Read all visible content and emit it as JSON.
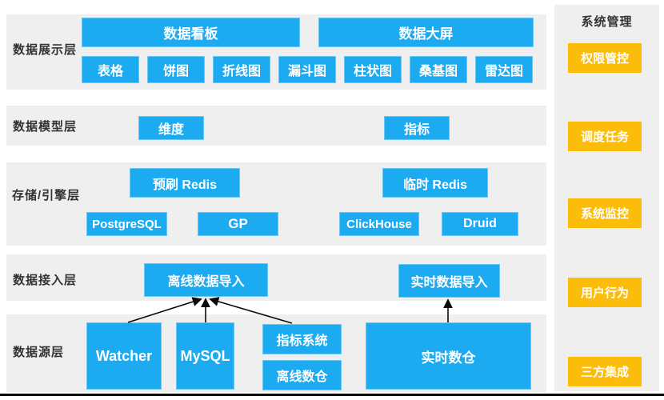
{
  "colors": {
    "node_blue": "#1cabf0",
    "sidebar_orange": "#fcbd0a",
    "layer_bg": "#efefef",
    "text_dark": "#333333",
    "text_light": "#ffffff",
    "arrow": "#0a0a0a"
  },
  "layers": {
    "display": {
      "label": "数据展示层",
      "dashboard": "数据看板",
      "bigscreen": "数据大屏",
      "charts": [
        "表格",
        "饼图",
        "折线图",
        "漏斗图",
        "柱状图",
        "桑基图",
        "雷达图"
      ]
    },
    "model": {
      "label": "数据模型层",
      "dimension": "维度",
      "metric": "指标"
    },
    "storage": {
      "label": "存储/引擎层",
      "preload_redis": "预刷 Redis",
      "temp_redis": "临时 Redis",
      "engines": [
        "PostgreSQL",
        "GP",
        "ClickHouse",
        "Druid"
      ]
    },
    "access": {
      "label": "数据接入层",
      "offline_import": "离线数据导入",
      "realtime_import": "实时数据导入"
    },
    "source": {
      "label": "数据源层",
      "sources": [
        "Watcher",
        "MySQL",
        "指标系统",
        "离线数仓",
        "实时数仓"
      ]
    }
  },
  "sidebar": {
    "title": "系统管理",
    "items": [
      "权限管控",
      "调度任务",
      "系统监控",
      "用户行为",
      "三方集成"
    ]
  },
  "flows": [
    {
      "from": "Watcher",
      "to": "离线数据导入"
    },
    {
      "from": "MySQL",
      "to": "离线数据导入"
    },
    {
      "from": "指标系统",
      "to": "离线数据导入"
    },
    {
      "from": "实时数仓",
      "to": "实时数据导入"
    }
  ]
}
